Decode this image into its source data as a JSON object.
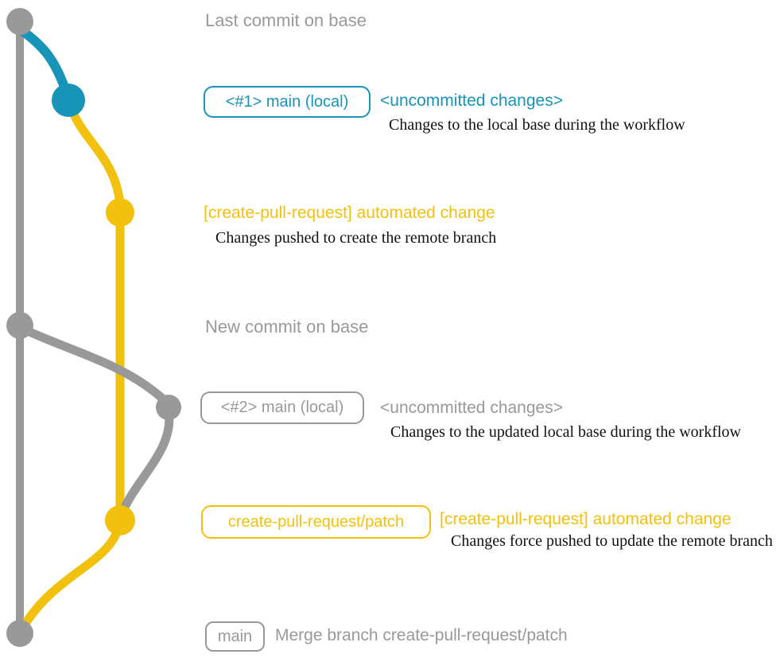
{
  "colors": {
    "gray": "#999999",
    "blue": "#1794b8",
    "yellow": "#f2c10d",
    "text": "#111111",
    "background": "#ffffff"
  },
  "diagram": {
    "last_commit_label": "Last commit on base",
    "new_commit_label": "New commit on base",
    "row_local1": {
      "branch_label": "<#1> main (local)",
      "heading": "<uncommitted changes>",
      "description": "Changes to the local base during the workflow"
    },
    "row_push1": {
      "heading": "[create-pull-request] automated change",
      "description": "Changes pushed to create the remote branch"
    },
    "row_local2": {
      "branch_label": "<#2> main (local)",
      "heading": "<uncommitted changes>",
      "description": "Changes to the updated local base during the workflow"
    },
    "row_push2": {
      "branch_label": "create-pull-request/patch",
      "heading": "[create-pull-request] automated change",
      "description": "Changes force pushed to update the remote branch"
    },
    "row_merge": {
      "branch_label": "main",
      "commit_message": "Merge branch create-pull-request/patch"
    },
    "graph_nodes": {
      "base_branch": "base branch (gray trunk)",
      "local_branch": "local main branch (blue)",
      "patch_branch": "create-pull-request/patch branch (yellow)"
    }
  }
}
